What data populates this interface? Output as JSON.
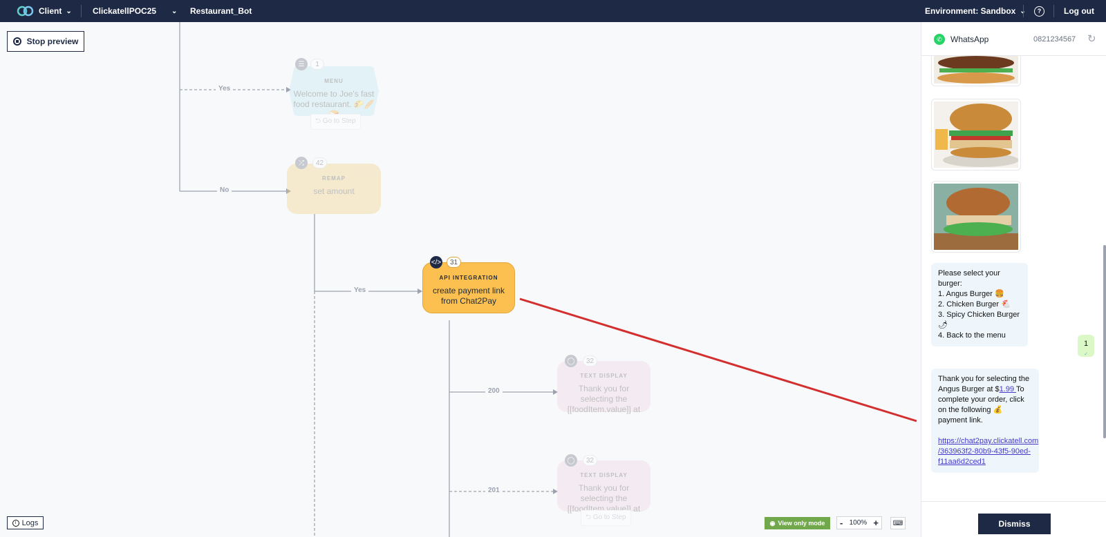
{
  "topbar": {
    "client": "Client",
    "account": "ClickatellPOC25",
    "bot": "Restaurant_Bot",
    "environment": "Environment: Sandbox",
    "help": "?",
    "logout": "Log out"
  },
  "canvas": {
    "stop_preview": "Stop preview",
    "logs": "Logs",
    "view_only": "View only mode",
    "zoom": "100%",
    "zoom_minus": "-",
    "zoom_plus": "+",
    "edges": {
      "yes1": "Yes",
      "no": "No",
      "yes2": "Yes",
      "e200": "200",
      "e201": "201"
    },
    "nodes": {
      "menu": {
        "num": "1",
        "type": "MENU",
        "text": "Welcome to Joe's fast food restaurant. 🌮🥖🍞",
        "goto": "⮌ Go to Step"
      },
      "remap": {
        "num": "42",
        "type": "REMAP",
        "text": "set amount"
      },
      "api": {
        "num": "31",
        "type": "API INTEGRATION",
        "text": "create payment link from Chat2Pay"
      },
      "text1": {
        "num": "32",
        "type": "TEXT DISPLAY",
        "text": "Thank you for selecting the [[foodItem.value]] at"
      },
      "text2": {
        "num": "32",
        "type": "TEXT DISPLAY",
        "text": "Thank you for selecting the [[foodItem.value]] at",
        "goto": "⮌ Go to Step"
      }
    }
  },
  "panel": {
    "channel": "WhatsApp",
    "phone": "0821234567",
    "chat": {
      "menu_lines": [
        "Please select your burger:",
        "1. Angus Burger 🍔",
        "2. Chicken Burger 🐔",
        "3. Spicy Chicken Burger 🌶",
        "4. Back to the menu"
      ],
      "user_reply": "1",
      "thanks_p1": "Thank you for selecting the Angus Burger at $",
      "thanks_price": "1.99 ",
      "thanks_p2": " To complete your order, click on the following 💰 payment link.",
      "link_lines": [
        "https://chat2pay.clickatell.com",
        "/363963f2-80b9-43f5-90ed-",
        "f11aa6d2ced1 "
      ]
    },
    "dismiss": "Dismiss"
  },
  "colors": {
    "navy": "#1e2a45",
    "api_node": "#fbc04f",
    "remap_node": "#f5e3b5",
    "menu_node": "#dff1f5",
    "text_node": "#f3e6ef",
    "annotation": "#d32f2f",
    "view_only": "#71a84b"
  }
}
